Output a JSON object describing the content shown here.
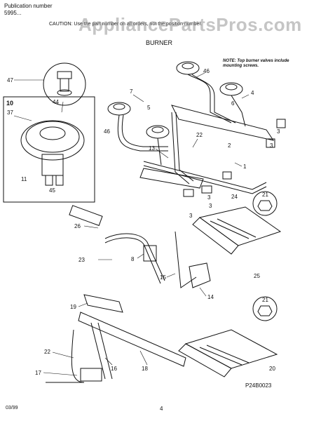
{
  "header": {
    "pub_label": "Publication number",
    "pub_number": "5995...",
    "caution_line": "CAUTION: Use the part number on all orders, not the position number."
  },
  "watermark": "AppliancePartsPros.com",
  "title": "BURNER",
  "note": "NOTE: Top burner valves include mounting screws.",
  "callouts": [
    "47",
    "10",
    "37",
    "44",
    "11",
    "45",
    "7",
    "46",
    "46",
    "4",
    "5",
    "6",
    "3",
    "3",
    "22",
    "13",
    "2",
    "1",
    "24",
    "3",
    "3",
    "21",
    "25",
    "26",
    "8",
    "23",
    "15",
    "14",
    "21",
    "19",
    "22",
    "17",
    "16",
    "18",
    "20",
    "3"
  ],
  "drawing_code": "P24B0023",
  "footer": {
    "date": "03/99",
    "page": "4"
  }
}
